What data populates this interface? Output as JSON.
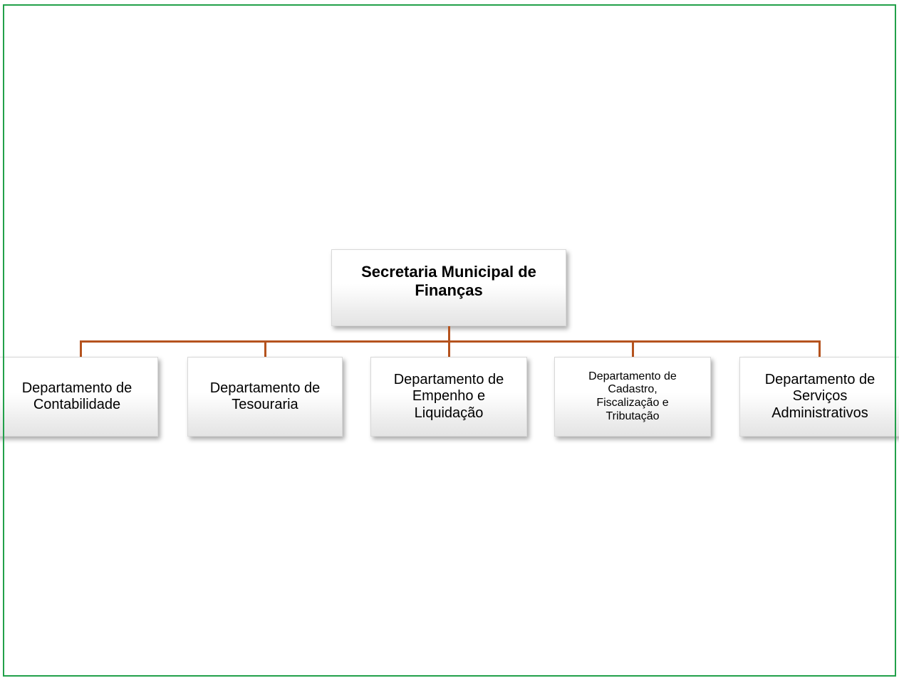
{
  "meta": {
    "frame_color": "#22a04a",
    "connector_color": "#b5531e",
    "background_color": "#ffffff",
    "text_color": "#000000"
  },
  "chart_data": {
    "type": "diagram",
    "diagram_type": "organizational-chart",
    "title": "Secretaria Municipal de Finanças",
    "orientation": "top-down",
    "levels": 2,
    "root": {
      "id": "root",
      "label": "Secretaria Municipal de Finanças",
      "bold": true
    },
    "children": [
      {
        "id": "dept-contabilidade",
        "label": "Departamento de Contabilidade",
        "bold": false,
        "lines": 2
      },
      {
        "id": "dept-tesouraria",
        "label": "Departamento de Tesouraria",
        "bold": false,
        "lines": 2
      },
      {
        "id": "dept-empenho",
        "label": "Departamento de Empenho e Liquidação",
        "bold": false,
        "lines": 3
      },
      {
        "id": "dept-cadastro",
        "label": "Departamento de Cadastro, Fiscalização e Tributação",
        "bold": false,
        "lines": 4
      },
      {
        "id": "dept-servicos",
        "label": "Departamento de Serviços Administrativos",
        "bold": false,
        "lines": 3
      }
    ],
    "edges": [
      {
        "from": "root",
        "to": "dept-contabilidade"
      },
      {
        "from": "root",
        "to": "dept-tesouraria"
      },
      {
        "from": "root",
        "to": "dept-empenho"
      },
      {
        "from": "root",
        "to": "dept-cadastro"
      },
      {
        "from": "root",
        "to": "dept-servicos"
      }
    ]
  },
  "nodes": {
    "root": {
      "label": "Secretaria Municipal de\nFinanças"
    },
    "child0": {
      "label": "Departamento de\nContabilidade"
    },
    "child1": {
      "label": "Departamento de\nTesouraria"
    },
    "child2": {
      "label": "Departamento de\nEmpenho e\nLiquidação"
    },
    "child3": {
      "label": "Departamento de\nCadastro,\nFiscalização e\nTributação"
    },
    "child4": {
      "label": "Departamento de\nServiços\nAdministrativos"
    }
  }
}
